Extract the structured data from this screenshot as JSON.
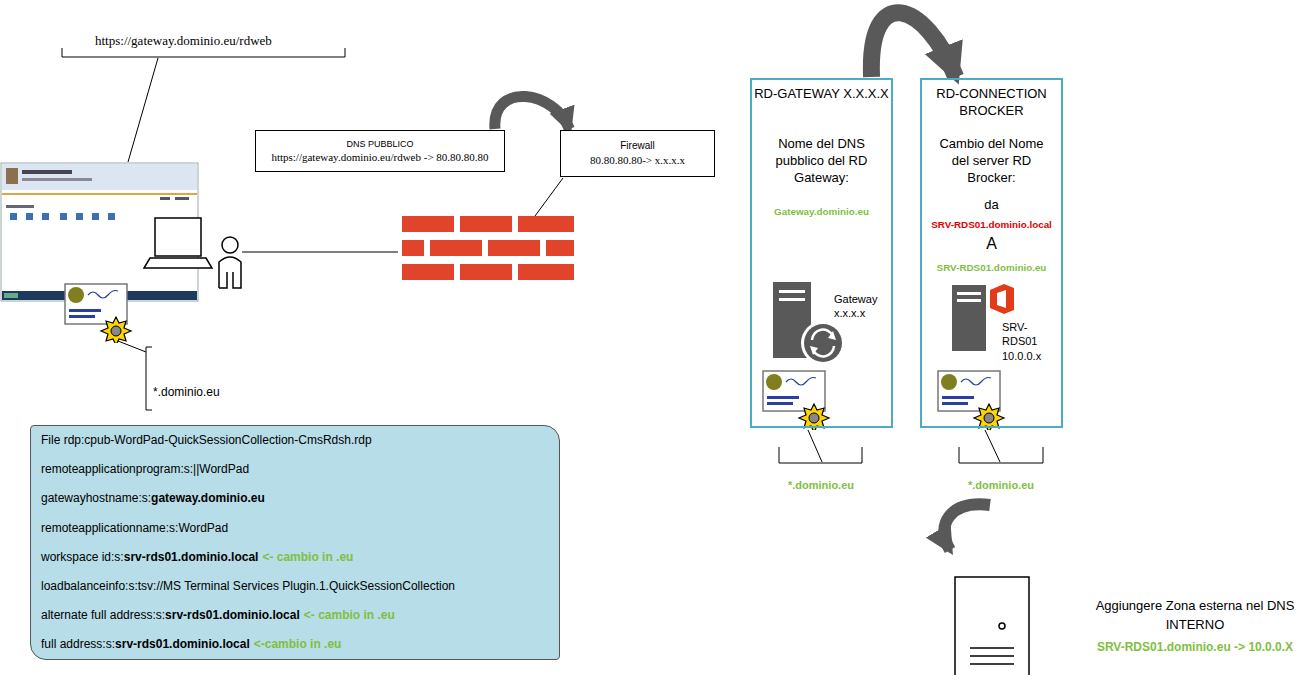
{
  "diagram": {
    "nodes": [
      {
        "text": [
          "DNS PUBBLICO",
          "https://gateway.dominio.eu/rdweb -> 80.80.80.80"
        ]
      },
      {
        "text": [
          "Firewall",
          "80.80.80.80-> x.x.x.x"
        ]
      },
      {
        "text": [
          "RD-GATEWAY X.X.X.X",
          "Nome del DNS pubblico del RD Gateway:",
          "Gateway.dominio.eu",
          "Gateway x.x.x.x"
        ]
      },
      {
        "text": [
          "RD-CONNECTION BROCKER",
          "Cambio del Nome del server RD Brocker:",
          "da",
          "SRV-RDS01.dominio.local",
          "A",
          "SRV-RDS01.dominio.eu",
          "SRV-RDS01 10.0.0.x"
        ]
      },
      {
        "text": [
          "File rdp:cpub-WordPad-QuickSessionCollection-CmsRdsh.rdp",
          "remoteapplicationprogram:s:||WordPad",
          "gatewayhostname:s:",
          "gateway.dominio.eu",
          "remoteapplicationname:s:WordPad",
          "workspace id:s:",
          "srv-rds01.dominio.local",
          "<- cambio in .eu",
          "loadbalanceinfo:s:tsv://MS Terminal Services Plugin.1.QuickSessionCollection",
          "alternate full address:s:",
          "srv-rds01.dominio.local",
          "<- cambio in .eu",
          "full address:s:",
          "srv-rds01.dominio.local",
          "<-cambio in .eu"
        ]
      }
    ],
    "edges": [
      {
        "from": 0,
        "to": 1,
        "arrow": "to"
      },
      {
        "from": 2,
        "to": 3,
        "arrow": "to"
      }
    ],
    "labels": [
      "https://gateway.dominio.eu/rdweb",
      "*.dominio.eu",
      "*.dominio.eu",
      "*.dominio.eu",
      "Aggiungere Zona esterna nel DNS INTERNO",
      "SRV-RDS01.dominio.eu -> 10.0.0.X"
    ]
  }
}
